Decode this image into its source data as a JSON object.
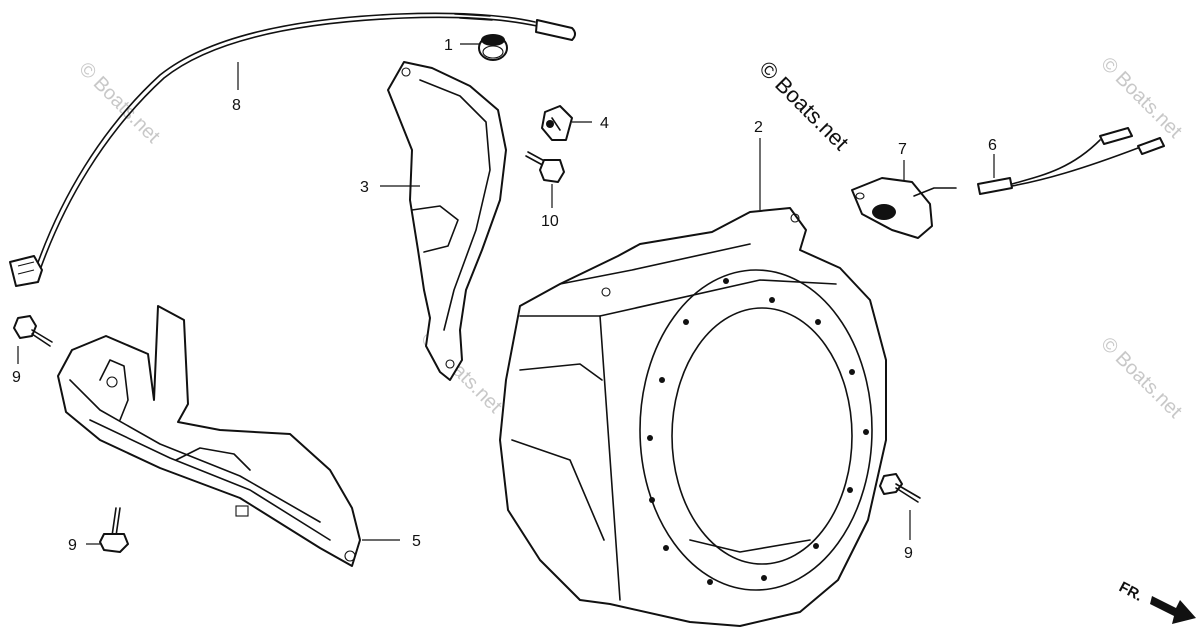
{
  "watermark": {
    "main": "© Boats.net",
    "faint": "© Boats.net"
  },
  "callouts": {
    "c1": "1",
    "c2": "2",
    "c3": "3",
    "c4": "4",
    "c5": "5",
    "c6": "6",
    "c7": "7",
    "c8": "8",
    "c9a": "9",
    "c9b": "9",
    "c9c": "9",
    "c10": "10"
  },
  "direction": {
    "label": "FR."
  }
}
